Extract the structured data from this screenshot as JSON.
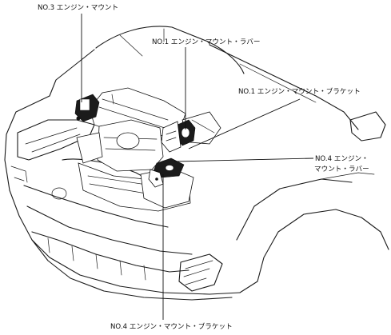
{
  "labels": {
    "no3_mount": "NO.3 エンジン・マウント",
    "no1_rubber": "NO.1 エンジン・マウント・ラバー",
    "no1_bracket": "NO.1 エンジン・マウント・ブラケット",
    "no4_rubber_line1": "NO.4 エンジン・",
    "no4_rubber_line2": "マウント・ラバー",
    "no4_bracket": "NO.4 エンジン・マウント・ブラケット"
  }
}
